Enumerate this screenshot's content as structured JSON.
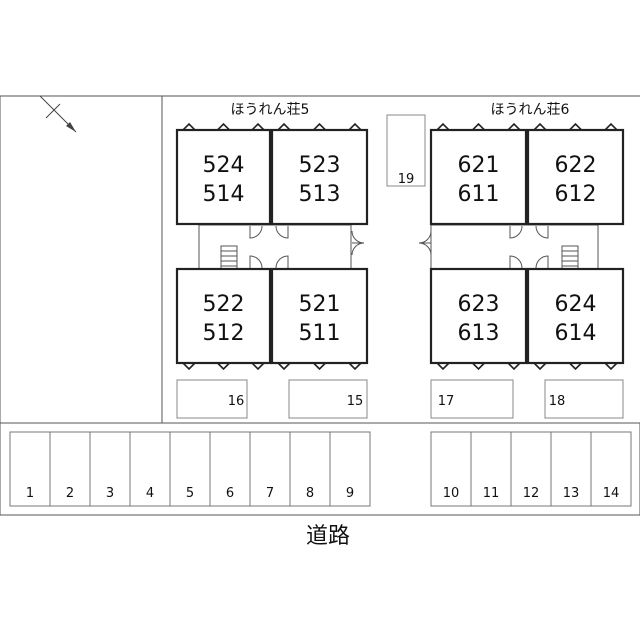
{
  "buildings": {
    "west_name": "ほうれん荘5",
    "east_name": "ほうれん荘6"
  },
  "units": {
    "u524": [
      "524",
      "514"
    ],
    "u523": [
      "523",
      "513"
    ],
    "u522": [
      "522",
      "512"
    ],
    "u521": [
      "521",
      "511"
    ],
    "u621": [
      "621",
      "611"
    ],
    "u622": [
      "622",
      "612"
    ],
    "u623": [
      "623",
      "613"
    ],
    "u624": [
      "624",
      "614"
    ]
  },
  "parking_spaces": [
    "1",
    "2",
    "3",
    "4",
    "5",
    "6",
    "7",
    "8",
    "9",
    "10",
    "11",
    "12",
    "13",
    "14"
  ],
  "bike_spaces": {
    "s16": "16",
    "s15": "15",
    "s17": "17",
    "s18": "18",
    "s19": "19"
  },
  "road_label": "道路"
}
